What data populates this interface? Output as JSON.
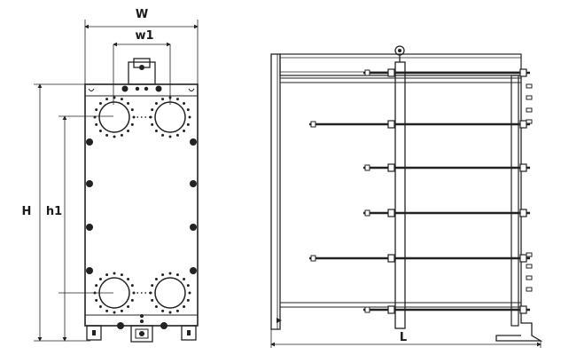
{
  "labels": {
    "width": "W",
    "inner_width": "w1",
    "height": "H",
    "inner_height": "h1",
    "length": "L"
  },
  "colors": {
    "stroke": "#222222",
    "background": "#ffffff"
  },
  "icons": {
    "bolt": "filled-circle",
    "port": "circle-with-bolt-ring"
  }
}
